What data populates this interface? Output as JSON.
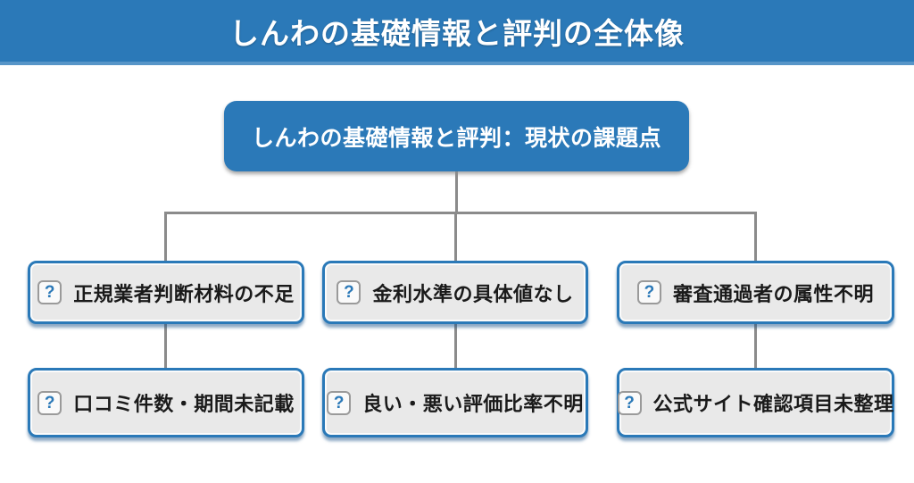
{
  "header": {
    "title": "しんわの基礎情報と評判の全体像"
  },
  "root": {
    "label": "しんわの基礎情報と評判：現状の課題点"
  },
  "columns": [
    {
      "issue": "正規業者判断材料の不足",
      "detail": "口コミ件数・期間未記載"
    },
    {
      "issue": "金利水準の具体値なし",
      "detail": "良い・悪い評価比率不明"
    },
    {
      "issue": "審査通過者の属性不明",
      "detail": "公式サイト確認項目未整理"
    }
  ],
  "icons": {
    "question": "?"
  },
  "colors": {
    "primary": "#2b79b8",
    "header-accent": "#5795c8",
    "node-bg": "#e9e9e9",
    "node-border": "#2a79b8",
    "node-text": "#1a1a1a",
    "connector": "#8b8b8b",
    "icon-border": "#9a9a9a",
    "icon-bg": "#fafafa"
  }
}
